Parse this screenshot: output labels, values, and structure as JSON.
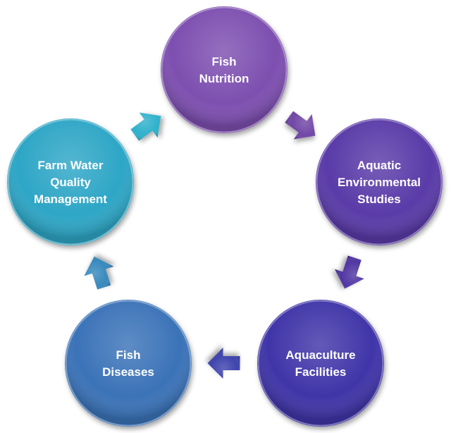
{
  "nodes": [
    {
      "id": "fish-nutrition",
      "lines": [
        "Fish",
        "Nutrition"
      ],
      "color": "#7d4fb0"
    },
    {
      "id": "aquatic-environmental-studies",
      "lines": [
        "Aquatic",
        "Environmental",
        "Studies"
      ],
      "color": "#5a3aa8"
    },
    {
      "id": "aquaculture-facilities",
      "lines": [
        "Aquaculture",
        "Facilities"
      ],
      "color": "#4034a8"
    },
    {
      "id": "fish-diseases",
      "lines": [
        "Fish",
        "Diseases"
      ],
      "color": "#3a73b8"
    },
    {
      "id": "farm-water-quality-management",
      "lines": [
        "Farm Water",
        "Quality",
        "Management"
      ],
      "color": "#2fa6c6"
    }
  ],
  "arrows": [
    {
      "from": "fish-nutrition",
      "to": "aquatic-environmental-studies",
      "color": "#7047a6"
    },
    {
      "from": "aquatic-environmental-studies",
      "to": "aquaculture-facilities",
      "color": "#5036a2"
    },
    {
      "from": "aquaculture-facilities",
      "to": "fish-diseases",
      "color": "#3f44ad"
    },
    {
      "from": "fish-diseases",
      "to": "farm-water-quality-management",
      "color": "#3789bd"
    },
    {
      "from": "farm-water-quality-management",
      "to": "fish-nutrition",
      "color": "#2fb1cb"
    }
  ]
}
